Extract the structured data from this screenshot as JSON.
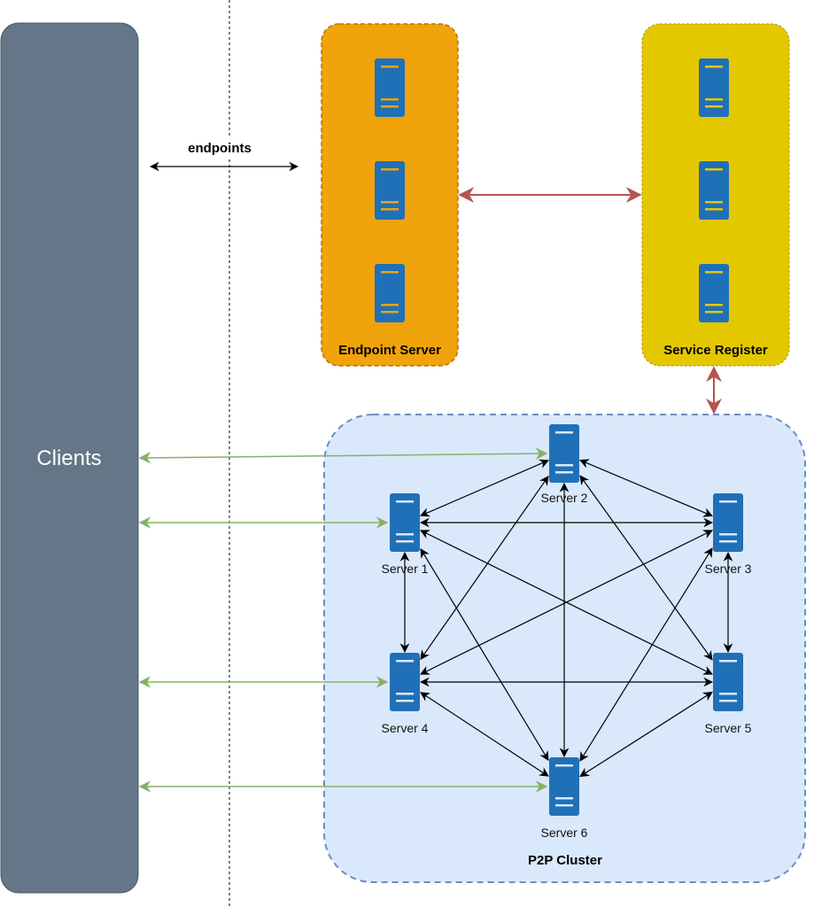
{
  "diagram": {
    "clients": {
      "label": "Clients",
      "fill": "#647687",
      "stroke": "#4a5a6a",
      "text_color": "#ffffff"
    },
    "endpoints_label": "endpoints",
    "endpoint_server": {
      "label": "Endpoint Server",
      "fill": "#f0a30a",
      "stroke": "#bd7000",
      "server_count": 3
    },
    "service_register": {
      "label": "Service Register",
      "fill": "#e3c800",
      "stroke": "#b09500",
      "server_count": 3
    },
    "p2p_cluster": {
      "label": "P2P Cluster",
      "fill": "#dae8fc",
      "stroke": "#6c8ebf",
      "servers": [
        {
          "id": "s1",
          "label": "Server 1"
        },
        {
          "id": "s2",
          "label": "Server 2"
        },
        {
          "id": "s3",
          "label": "Server 3"
        },
        {
          "id": "s4",
          "label": "Server 4"
        },
        {
          "id": "s5",
          "label": "Server 5"
        },
        {
          "id": "s6",
          "label": "Server 6"
        }
      ]
    },
    "server_icon": {
      "body": "#2070b8",
      "stripe_on_cluster": "#dae8fc",
      "stripe_on_endpoint": "#f0a30a",
      "stripe_on_register": "#e3c800"
    },
    "colors": {
      "mesh_edge": "#000000",
      "client_edge": "#82b366",
      "register_edge": "#b85450",
      "separator": "#000000"
    },
    "edges": {
      "mesh": [
        [
          "s1",
          "s2"
        ],
        [
          "s1",
          "s3"
        ],
        [
          "s1",
          "s4"
        ],
        [
          "s1",
          "s5"
        ],
        [
          "s1",
          "s6"
        ],
        [
          "s2",
          "s3"
        ],
        [
          "s2",
          "s4"
        ],
        [
          "s2",
          "s5"
        ],
        [
          "s2",
          "s6"
        ],
        [
          "s3",
          "s4"
        ],
        [
          "s3",
          "s5"
        ],
        [
          "s3",
          "s6"
        ],
        [
          "s4",
          "s5"
        ],
        [
          "s4",
          "s6"
        ],
        [
          "s5",
          "s6"
        ]
      ],
      "clients_to_servers": [
        "s2",
        "s1",
        "s4",
        "s6"
      ],
      "register_links": [
        [
          "endpoint_server",
          "service_register"
        ],
        [
          "service_register",
          "p2p_cluster"
        ]
      ],
      "clients_to_endpoint": true
    }
  }
}
